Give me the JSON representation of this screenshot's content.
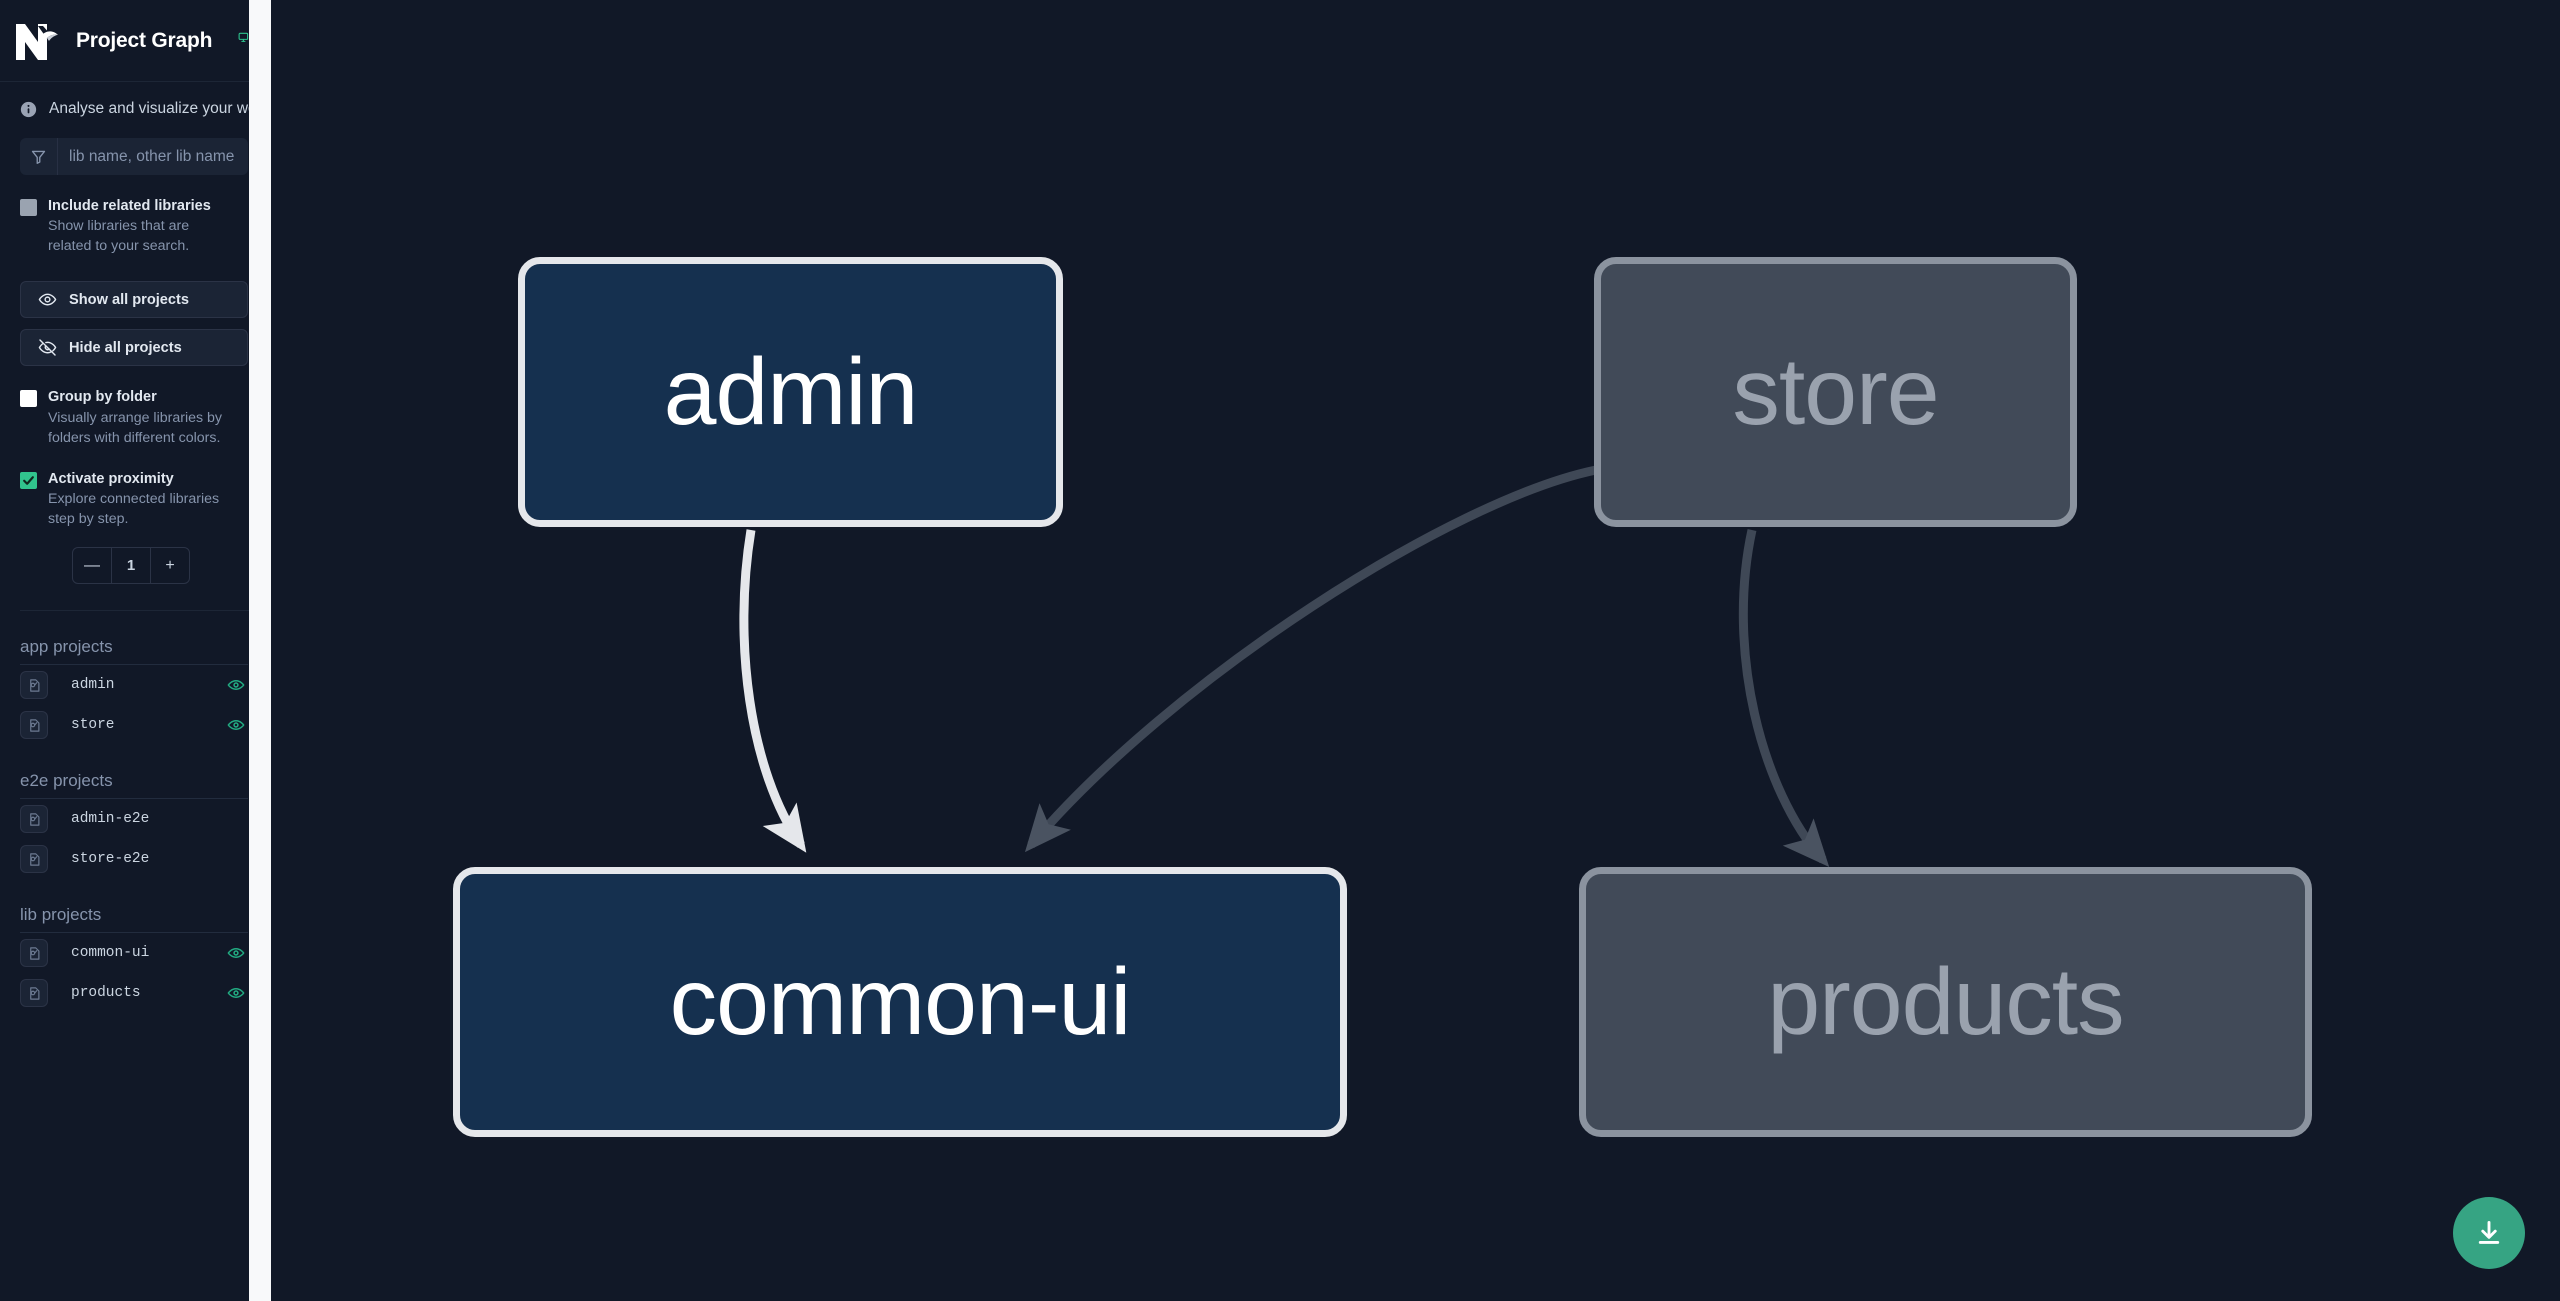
{
  "header": {
    "title": "Project Graph",
    "logo_icon": "nx-logo",
    "display_icon": "monitor-icon"
  },
  "tagline": {
    "icon": "info-icon",
    "text": "Analyse and visualize your workspace."
  },
  "search": {
    "icon": "filter-icon",
    "placeholder": "lib name, other lib name",
    "value": ""
  },
  "options": [
    {
      "id": "include-related-libraries",
      "label": "Include related libraries",
      "description": "Show libraries that are related to your search.",
      "checked": false,
      "state": "gray"
    },
    {
      "id": "group-by-folder",
      "label": "Group by folder",
      "description": "Visually arrange libraries by folders with different colors.",
      "checked": false,
      "state": "white"
    },
    {
      "id": "activate-proximity",
      "label": "Activate proximity",
      "description": "Explore connected libraries step by step.",
      "checked": true,
      "state": "green"
    }
  ],
  "buttons": {
    "show_all": {
      "label": "Show all projects",
      "icon": "eye-icon"
    },
    "hide_all": {
      "label": "Hide all projects",
      "icon": "eye-off-icon"
    }
  },
  "stepper": {
    "decrement_label": "—",
    "value": "1",
    "increment_label": "+"
  },
  "project_groups": [
    {
      "title": "app projects",
      "projects": [
        {
          "name": "admin",
          "icon": "project-icon",
          "visible": true,
          "eye_icon": "eye-icon"
        },
        {
          "name": "store",
          "icon": "project-icon",
          "visible": true,
          "eye_icon": "eye-icon"
        }
      ]
    },
    {
      "title": "e2e projects",
      "projects": [
        {
          "name": "admin-e2e",
          "icon": "project-icon",
          "visible": false,
          "eye_icon": ""
        },
        {
          "name": "store-e2e",
          "icon": "project-icon",
          "visible": false,
          "eye_icon": ""
        }
      ]
    },
    {
      "title": "lib projects",
      "projects": [
        {
          "name": "common-ui",
          "icon": "project-icon",
          "visible": true,
          "eye_icon": "eye-icon"
        },
        {
          "name": "products",
          "icon": "project-icon",
          "visible": true,
          "eye_icon": "eye-icon"
        }
      ]
    }
  ],
  "graph": {
    "nodes": [
      {
        "id": "admin",
        "label": "admin",
        "state": "active"
      },
      {
        "id": "store",
        "label": "store",
        "state": "dimmed"
      },
      {
        "id": "common-ui",
        "label": "common-ui",
        "state": "active"
      },
      {
        "id": "products",
        "label": "products",
        "state": "dimmed"
      }
    ],
    "edges": [
      {
        "from": "admin",
        "to": "common-ui",
        "state": "active"
      },
      {
        "from": "store",
        "to": "common-ui",
        "state": "dimmed"
      },
      {
        "from": "store",
        "to": "products",
        "state": "dimmed"
      }
    ]
  },
  "fab": {
    "icon": "download-icon",
    "label": "",
    "color": "#36a483"
  },
  "colors": {
    "background": "#111827",
    "sidebar": "#111827",
    "accent_green": "#31c48d",
    "node_active_fill": "#15304f",
    "node_active_border": "#e5e7eb",
    "node_dim_fill": "#414a58",
    "node_dim_border": "#8b939f",
    "edge_active": "#e5e7eb",
    "edge_dim": "#3f4856",
    "scrollbar": "#f8f9fa"
  }
}
